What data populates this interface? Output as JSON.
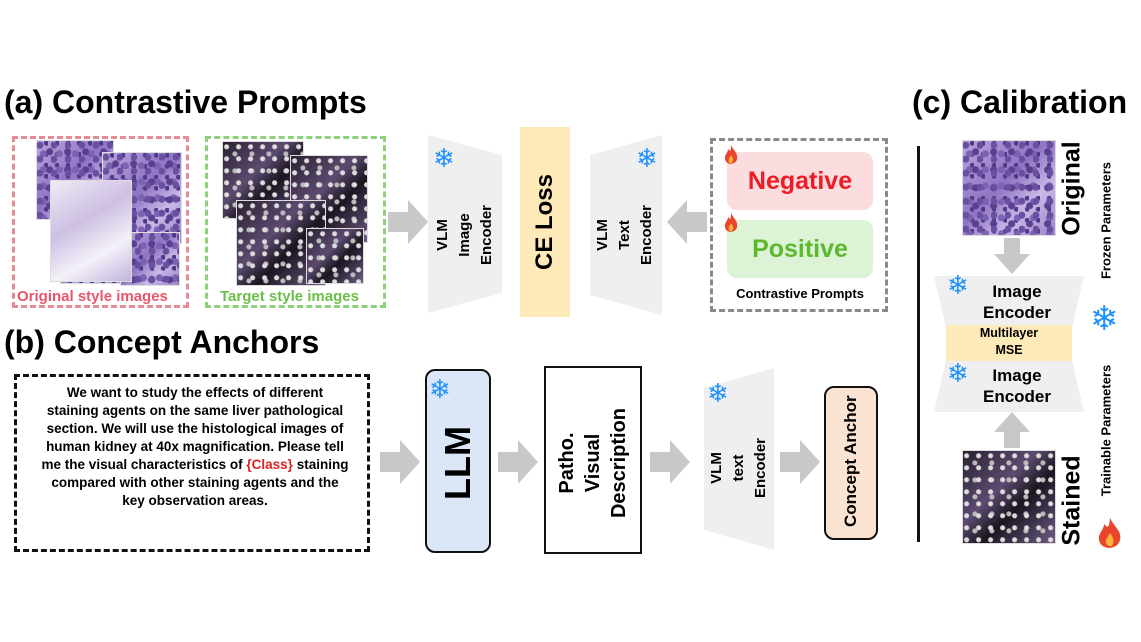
{
  "sections": {
    "a_title": "(a) Contrastive Prompts",
    "b_title": "(b) Concept Anchors",
    "c_title": "(c) Calibration"
  },
  "panel_a": {
    "original_caption": "Original style images",
    "target_caption": "Target style images",
    "image_encoder": [
      "VLM",
      "Image",
      "Encoder"
    ],
    "ce_loss": "CE Loss",
    "text_encoder": [
      "VLM",
      "Text",
      "Encoder"
    ],
    "negative": "Negative",
    "positive": "Positive",
    "prompts_caption": "Contrastive Prompts"
  },
  "panel_b": {
    "prompt_before": "We want to study the effects of different staining agents on the same liver pathological section. We will use the histological images of human kidney at 40x magnification. Please tell me the visual characteristics of ",
    "prompt_class": "{Class}",
    "prompt_after": " staining compared with other staining agents and the key observation areas.",
    "llm": "LLM",
    "description": [
      "Patho.",
      "Visual",
      "Description"
    ],
    "text_encoder": [
      "VLM",
      "text",
      "Encoder"
    ],
    "concept_anchor": "Concept Anchor"
  },
  "panel_c": {
    "original": "Original",
    "stained": "Stained",
    "encoder_top": [
      "Image",
      "Encoder"
    ],
    "mse": [
      "Multilayer",
      "MSE"
    ],
    "encoder_bottom": [
      "Image",
      "Encoder"
    ],
    "frozen_legend": "Frozen Parameters",
    "trainable_legend": "Trainable Parameters"
  },
  "icons": {
    "frozen": "snowflake-icon",
    "trainable": "flame-icon",
    "flow": "right-arrow-icon"
  },
  "colors": {
    "negative_fill": "#fbdde0",
    "negative_text": "#ee1c25",
    "positive_fill": "#dcf3d6",
    "positive_text": "#5cb82f",
    "ce_fill": "#fdeab8",
    "llm_fill": "#dbe6f7",
    "anchor_fill": "#fbe3d3",
    "mse_fill": "#fdeab8",
    "original_border": "#e48b96",
    "target_border": "#8fd07a",
    "encoder_fill": "#efefef",
    "arrow": "#c8c8c8",
    "snow": "#1e90ff"
  }
}
